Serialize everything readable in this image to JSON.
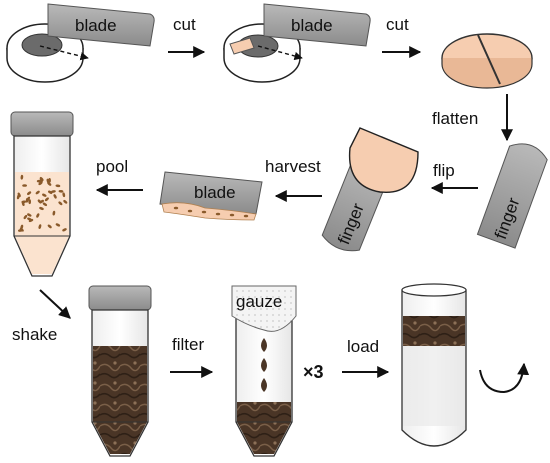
{
  "labels": {
    "blade_1": "blade",
    "blade_2": "blade",
    "blade_3": "blade",
    "cut_1": "cut",
    "cut_2": "cut",
    "flatten": "flatten",
    "flip": "flip",
    "harvest": "harvest",
    "pool": "pool",
    "finger_1": "finger",
    "finger_2": "finger",
    "shake": "shake",
    "filter": "filter",
    "gauze": "gauze",
    "times3": "×3",
    "load": "load"
  },
  "colors": {
    "blade_gray": "#9e9e9e",
    "tissue_peach": "#f6cdb0",
    "tissue_dark": "#6b6b6b",
    "seed_brown": "#8a5a2b",
    "extract_brown": "#4a3526",
    "cap_gray": "#8f8f8f"
  }
}
